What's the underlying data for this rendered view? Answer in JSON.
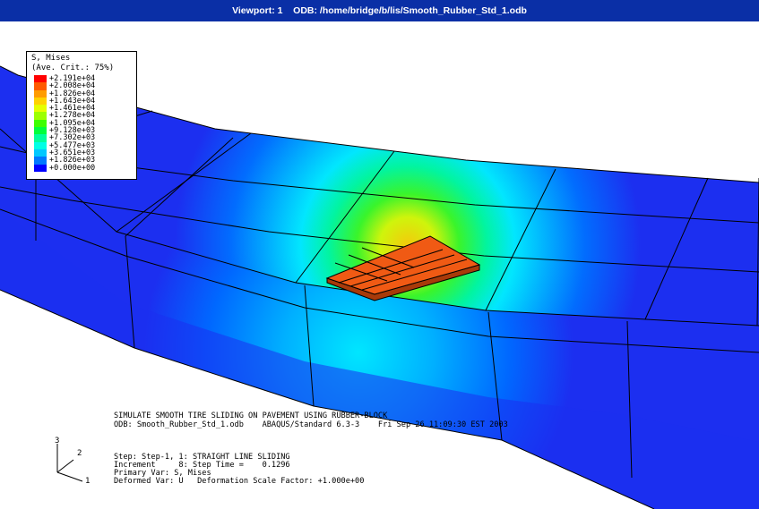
{
  "window": {
    "title": "Viewport: 1    ODB: /home/bridge/b/lis/Smooth_Rubber_Std_1.odb"
  },
  "legend": {
    "title": "S, Mises",
    "subtitle": "(Ave. Crit.: 75%)",
    "entries": [
      {
        "label": "+2.191e+04",
        "color": "#ff0000"
      },
      {
        "label": "+2.008e+04",
        "color": "#ff5a00"
      },
      {
        "label": "+1.826e+04",
        "color": "#ff9c00"
      },
      {
        "label": "+1.643e+04",
        "color": "#ffd200"
      },
      {
        "label": "+1.461e+04",
        "color": "#e6ff00"
      },
      {
        "label": "+1.278e+04",
        "color": "#9cff00"
      },
      {
        "label": "+1.095e+04",
        "color": "#3cff00"
      },
      {
        "label": "+9.128e+03",
        "color": "#00ff3c"
      },
      {
        "label": "+7.302e+03",
        "color": "#00ff9c"
      },
      {
        "label": "+5.477e+03",
        "color": "#00ffe6"
      },
      {
        "label": "+3.651e+03",
        "color": "#00c8ff"
      },
      {
        "label": "+1.826e+03",
        "color": "#0078ff"
      },
      {
        "label": "+0.000e+00",
        "color": "#0000ff"
      }
    ]
  },
  "annotation": {
    "line1": "SIMULATE SMOOTH TIRE SLIDING ON PAVEMENT USING RUBBER-BLOCK",
    "line2": "ODB: Smooth_Rubber_Std_1.odb    ABAQUS/Standard 6.3-3    Fri Sep 26 11:09:30 EST 2003",
    "line3": "Step: Step-1, 1: STRAIGHT LINE SLIDING",
    "line4": "Increment     8: Step Time =    0.1296",
    "line5": "Primary Var: S, Mises",
    "line6": "Deformed Var: U   Deformation Scale Factor: +1.000e+00"
  },
  "triad": {
    "axis1": "1",
    "axis2": "2",
    "axis3": "3"
  },
  "colors": {
    "titlebar": "#0a2fa6",
    "model_base": "#1c2ff0",
    "block": "#f05a14"
  }
}
